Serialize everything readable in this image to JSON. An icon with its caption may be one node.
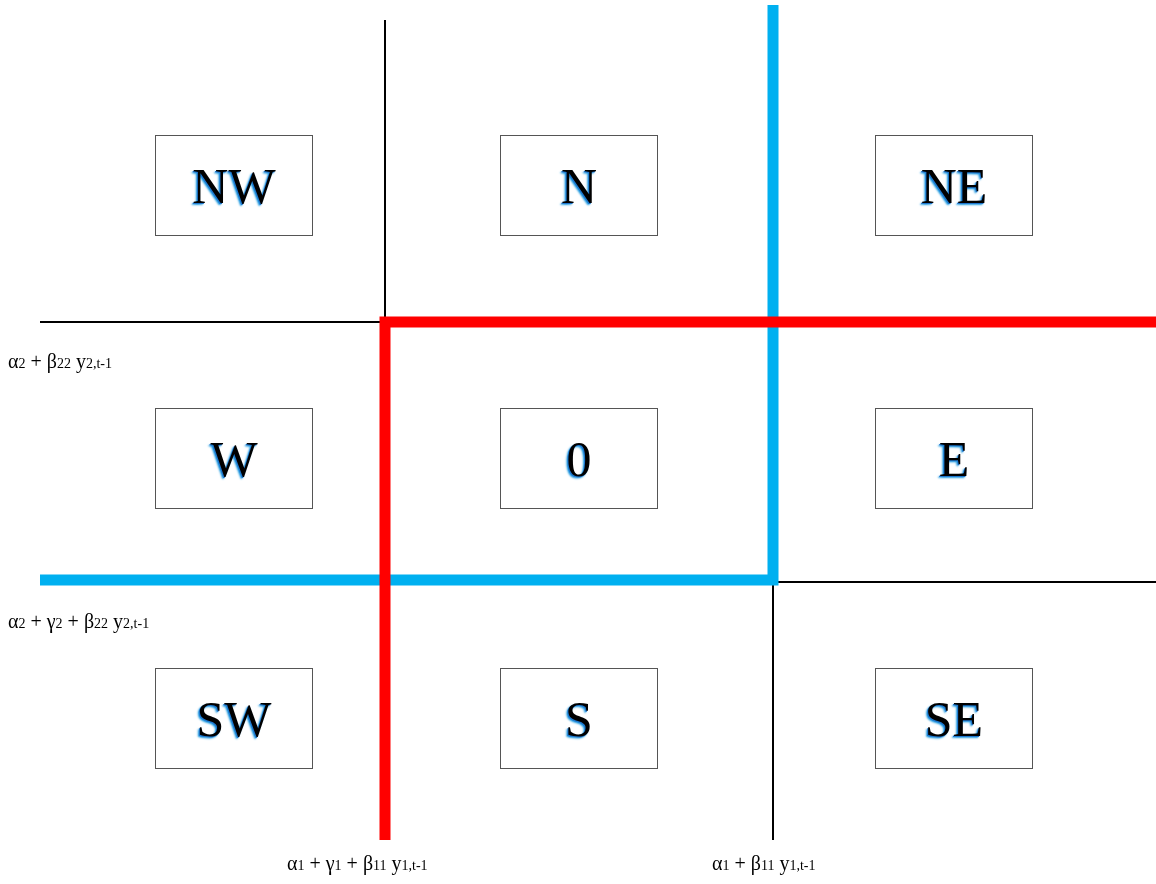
{
  "diagram": {
    "nodes": [
      {
        "text": [
          "NW"
        ]
      },
      {
        "text": [
          "N"
        ]
      },
      {
        "text": [
          "NE"
        ]
      },
      {
        "text": [
          "W"
        ]
      },
      {
        "text": [
          "0"
        ]
      },
      {
        "text": [
          "E"
        ]
      },
      {
        "text": [
          "SW"
        ]
      },
      {
        "text": [
          "S"
        ]
      },
      {
        "text": [
          "SE"
        ]
      }
    ],
    "edges": [],
    "labels": [
      "α$_{2}$ + β$_{22}$ y$_{2,t-1}$",
      "α$_{2}$ + γ$_{2}$ + β$_{22}$ y$_{2,t-1}$",
      "α$_{1}$ + γ$_{1}$ + β$_{11}$ y$_{1,t-1}$",
      "α$_{1}$ + β$_{11}$ y$_{1,t-1}$"
    ]
  }
}
